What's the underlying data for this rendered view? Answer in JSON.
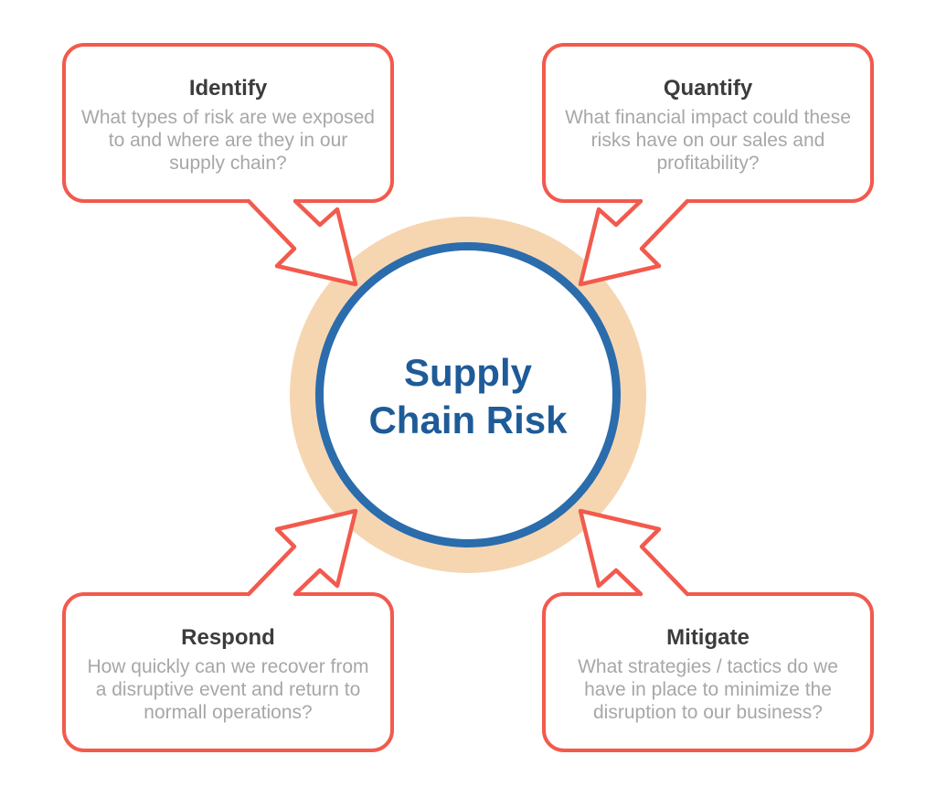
{
  "theme": {
    "coral": "#F25A4D",
    "blue": "#2B6CAC",
    "navy": "#1E5B98",
    "peach": "#F6D6B1",
    "graytext": "#A7A7A7",
    "titletext": "#3C3C3C"
  },
  "center": {
    "line1": "Supply",
    "line2": "Chain Risk"
  },
  "cards": [
    {
      "id": "identify",
      "title": "Identify",
      "body_lines": [
        "What types of risk are we exposed",
        "to and where are they in our",
        "supply chain?"
      ]
    },
    {
      "id": "quantify",
      "title": "Quantify",
      "body_lines": [
        "What financial impact could these",
        "risks have on our sales and",
        "profitability?"
      ]
    },
    {
      "id": "respond",
      "title": "Respond",
      "body_lines": [
        "How quickly can we recover from",
        "a disruptive event and return to",
        "normall operations?"
      ]
    },
    {
      "id": "mitigate",
      "title": "Mitigate",
      "body_lines": [
        "What strategies / tactics do we",
        "have in place to minimize the",
        "disruption to our business?"
      ]
    }
  ]
}
